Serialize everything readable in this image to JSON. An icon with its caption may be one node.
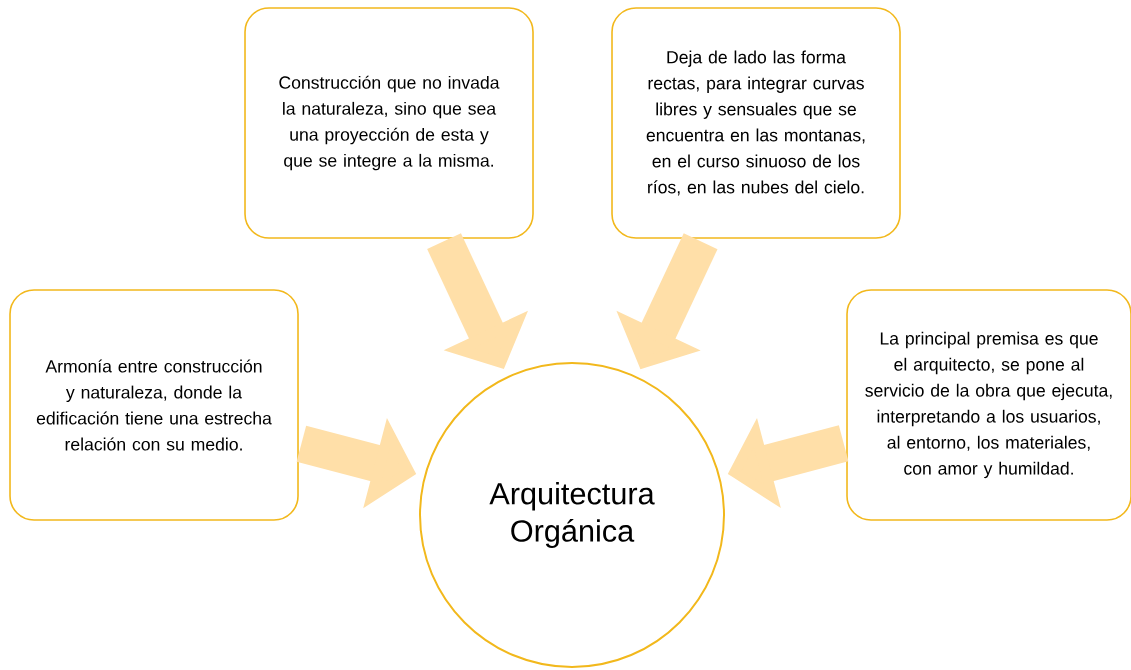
{
  "diagram": {
    "nodes": [
      {
        "text": [
          "Arquitectura Orgánica"
        ]
      },
      {
        "text": [
          "Armonía entre construcción y naturaleza, donde la edificación tiene una estrecha relación con su medio."
        ]
      },
      {
        "text": [
          "Construcción que no invada la naturaleza, sino que sea una proyección de esta y que se integre a la misma."
        ]
      },
      {
        "text": [
          "Deja de lado las forma rectas, para integrar curvas libres y sensuales que se encuentra en las montanas, en el curso sinuoso de los ríos, en las nubes del cielo."
        ]
      },
      {
        "text": [
          "La principal premisa es que el arquitecto, se pone al servicio  de la obra que ejecuta, interpretando a los usuarios, al entorno, los materiales, con amor y humildad."
        ]
      }
    ],
    "edges": [
      {
        "from": 1,
        "to": 0,
        "arrow": "to"
      },
      {
        "from": 2,
        "to": 0,
        "arrow": "to"
      },
      {
        "from": 3,
        "to": 0,
        "arrow": "to"
      },
      {
        "from": 4,
        "to": 0,
        "arrow": "to"
      }
    ]
  }
}
